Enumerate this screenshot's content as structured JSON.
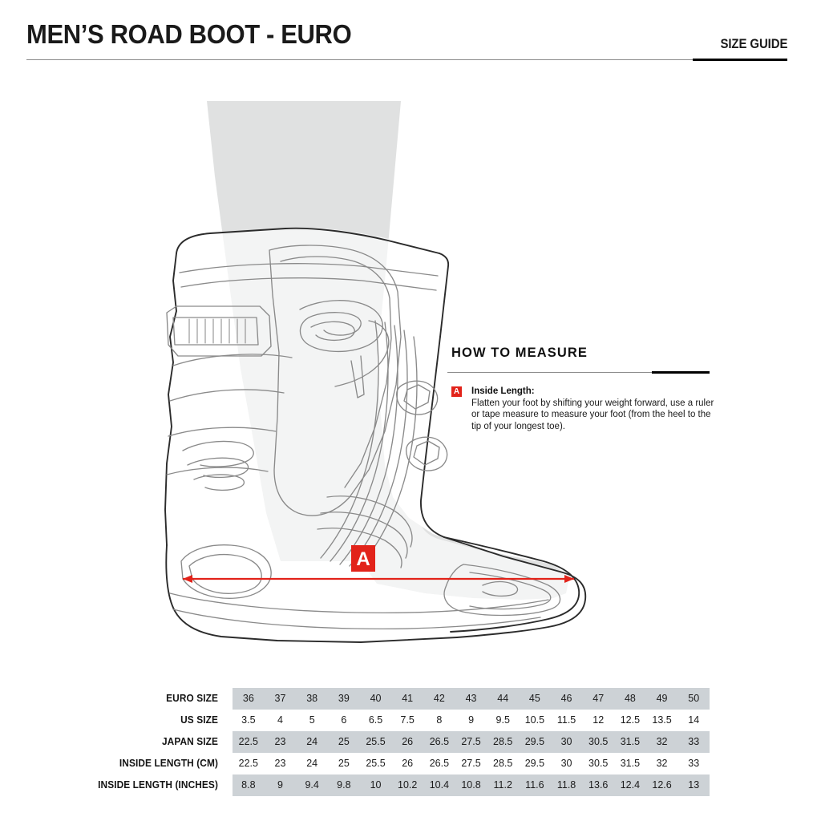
{
  "header": {
    "title": "MEN’S ROAD BOOT - EURO",
    "corner_label": "SIZE GUIDE"
  },
  "how_to_measure": {
    "title": "HOW TO MEASURE",
    "badge": "A",
    "label": "Inside Length:",
    "description": "Flatten your foot by shifting your weight forward, use a ruler or tape measure to measure your foot (from the heel to the tip of your longest toe)."
  },
  "illustration": {
    "marker_badge": "A",
    "marker_color": "#e2231a",
    "leg_fill": "#e0e1e1",
    "boot_line": "#2b2b2b",
    "boot_detail_line": "#8a8a8a"
  },
  "table": {
    "band_color": "#cdd2d6",
    "rows": [
      {
        "label": "EURO SIZE",
        "banded": true,
        "values": [
          "36",
          "37",
          "38",
          "39",
          "40",
          "41",
          "42",
          "43",
          "44",
          "45",
          "46",
          "47",
          "48",
          "49",
          "50"
        ]
      },
      {
        "label": "US SIZE",
        "banded": false,
        "values": [
          "3.5",
          "4",
          "5",
          "6",
          "6.5",
          "7.5",
          "8",
          "9",
          "9.5",
          "10.5",
          "11.5",
          "12",
          "12.5",
          "13.5",
          "14"
        ]
      },
      {
        "label": "JAPAN SIZE",
        "banded": true,
        "values": [
          "22.5",
          "23",
          "24",
          "25",
          "25.5",
          "26",
          "26.5",
          "27.5",
          "28.5",
          "29.5",
          "30",
          "30.5",
          "31.5",
          "32",
          "33"
        ]
      },
      {
        "label": "INSIDE LENGTH (CM)",
        "banded": false,
        "values": [
          "22.5",
          "23",
          "24",
          "25",
          "25.5",
          "26",
          "26.5",
          "27.5",
          "28.5",
          "29.5",
          "30",
          "30.5",
          "31.5",
          "32",
          "33"
        ]
      },
      {
        "label": "INSIDE LENGTH (INCHES)",
        "banded": true,
        "values": [
          "8.8",
          "9",
          "9.4",
          "9.8",
          "10",
          "10.2",
          "10.4",
          "10.8",
          "11.2",
          "11.6",
          "11.8",
          "13.6",
          "12.4",
          "12.6",
          "13"
        ]
      }
    ]
  }
}
